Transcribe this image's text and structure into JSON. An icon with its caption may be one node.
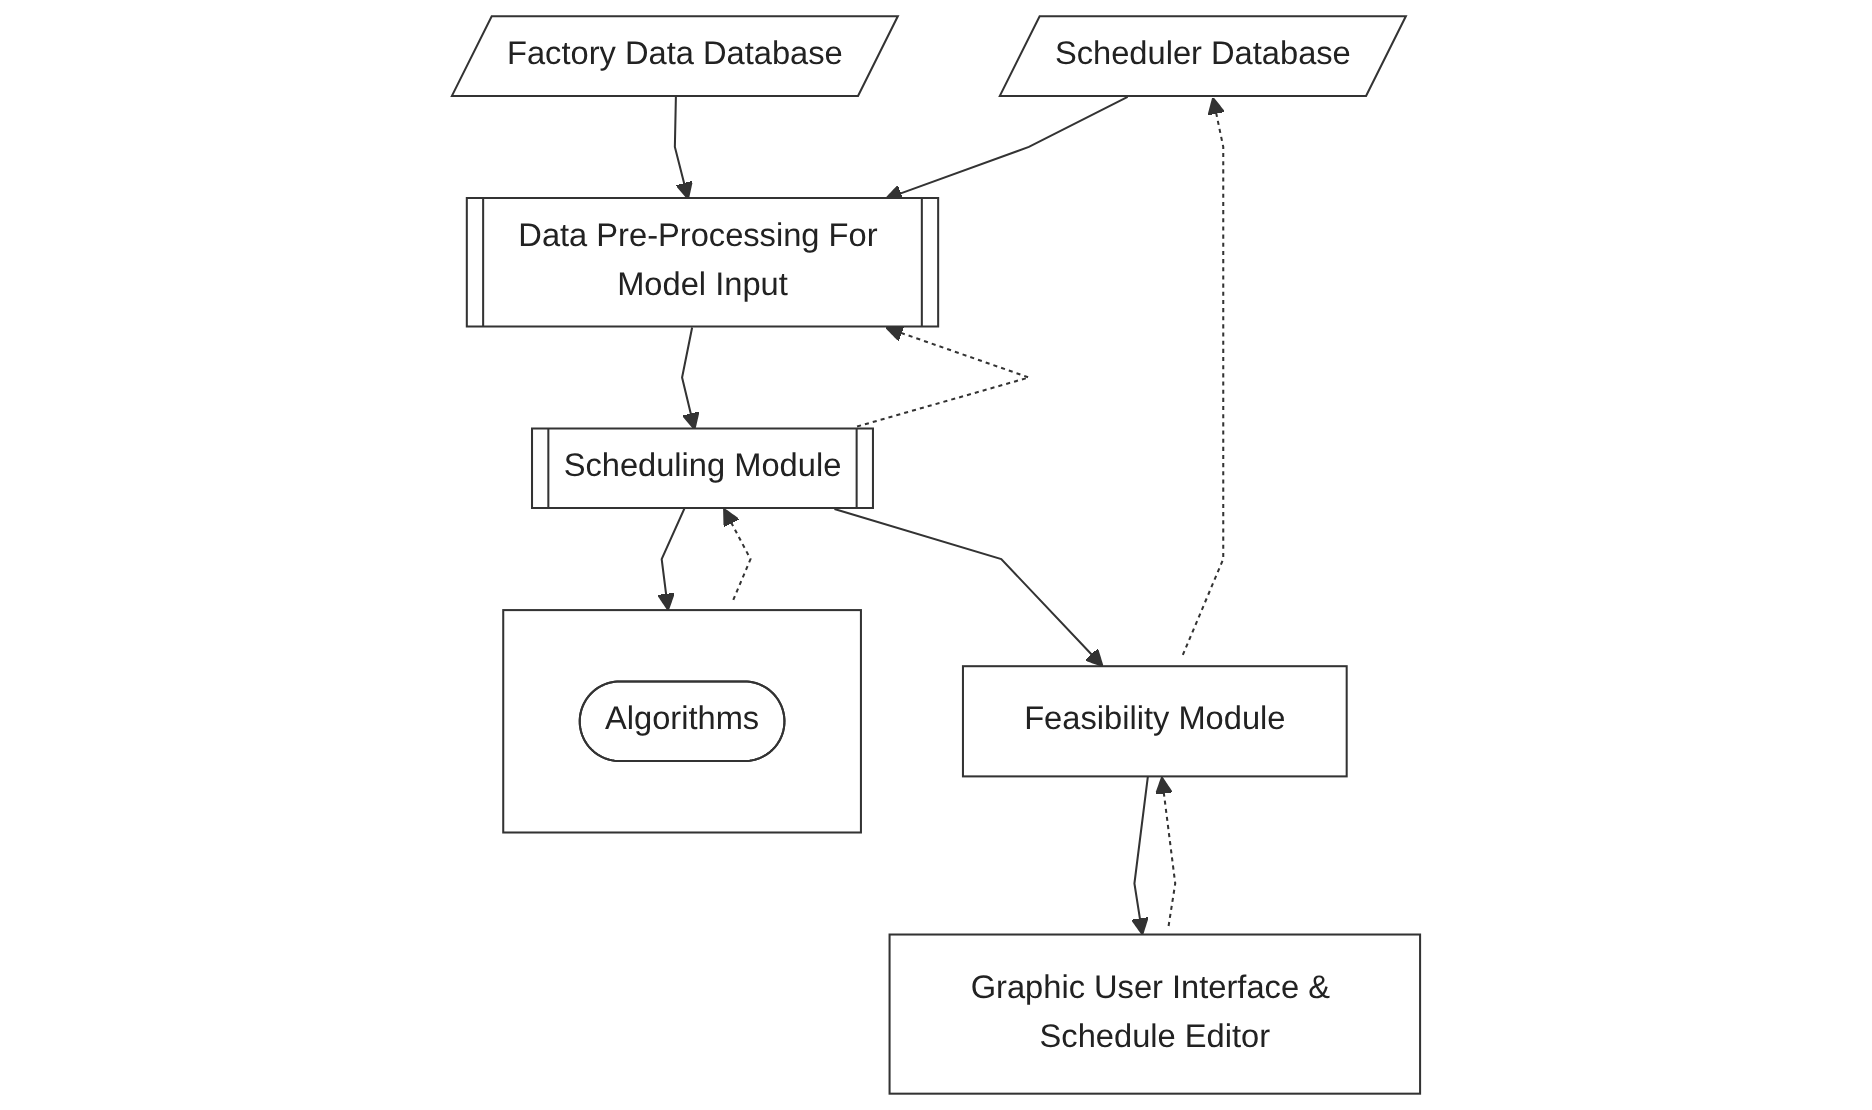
{
  "diagram": {
    "nodes": [
      {
        "text": [
          "Factory Data Database"
        ]
      },
      {
        "text": [
          "Data Pre-Processing For Model Input"
        ]
      },
      {
        "text": [
          "Scheduler Database"
        ]
      },
      {
        "text": [
          "Scheduling Module"
        ]
      },
      {
        "text": [],
        "shape": "box"
      },
      {
        "text": [
          "Algorithms"
        ],
        "in": 4
      },
      {
        "text": [
          "Graphic User Interface & Schedule Editor"
        ]
      },
      {
        "text": [
          "Feasibility Module"
        ]
      }
    ],
    "edges": [
      {
        "from": 0,
        "to": 1,
        "arrow": "to"
      },
      {
        "from": 2,
        "to": 1,
        "arrow": "to"
      },
      {
        "from": 1,
        "to": 3,
        "arrow": "to"
      },
      {
        "from": 3,
        "to": 1,
        "arrow": "to",
        "style": "dashed"
      },
      {
        "from": 3,
        "to": 4,
        "arrow": "to"
      },
      {
        "from": 4,
        "to": 3,
        "arrow": "to",
        "style": "dashed"
      },
      {
        "from": 3,
        "to": 7,
        "arrow": "to"
      },
      {
        "from": 7,
        "to": 6,
        "arrow": "to"
      },
      {
        "from": 6,
        "to": 7,
        "arrow": "to",
        "style": "dashed"
      },
      {
        "from": 7,
        "to": 2,
        "arrow": "to",
        "style": "dashed"
      }
    ]
  }
}
